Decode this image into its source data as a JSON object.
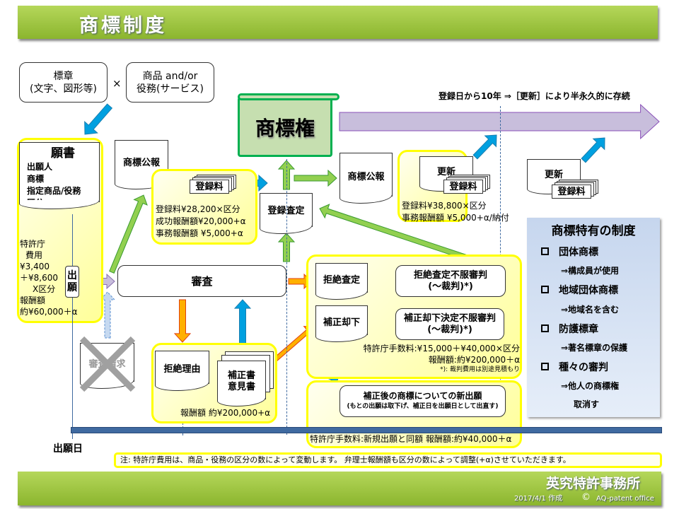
{
  "header": {
    "title": "商標制度"
  },
  "top": {
    "mark": [
      "標章",
      "(文字、図形等)"
    ],
    "times": "×",
    "goods": [
      "商品 and/or",
      "役務(サービス)"
    ]
  },
  "application": {
    "title": "願書",
    "items": [
      "出願人",
      "商標",
      "指定商品/役務",
      "区分"
    ],
    "fees": [
      "特許庁",
      "費用",
      "¥3,400",
      "＋¥8,600",
      "X区分",
      "報酬額",
      "約¥60,000＋α"
    ],
    "filing": [
      "出",
      "願"
    ]
  },
  "exam_request": "審査請求",
  "gazette1": "商標公報",
  "registration": {
    "fee_label": "登録料",
    "lines": [
      "登録料¥28,200×区分",
      "成功報酬額¥20,000+α",
      "事務報酬額 ¥5,000+α"
    ]
  },
  "right": {
    "title": "商標権"
  },
  "decision": "登録査定",
  "gazette2": "商標公報",
  "timeline_text": "登録日から10年 ⇒［更新］により半永久的に存続",
  "renewal1": {
    "title": "更新",
    "fee_label": "登録料",
    "lines": [
      "登録料¥38,800×区分",
      "事務報酬額 ¥5,000+α/納付"
    ]
  },
  "renewal2": {
    "title": "更新",
    "fee_label": "登録料"
  },
  "examination": "審査",
  "reasons": {
    "doc": "拒絶理由",
    "reply": [
      "補正書",
      "意見書"
    ],
    "fee": "報酬額 約¥200,000+α"
  },
  "refusal": {
    "doc": "拒絶査定",
    "appeal": [
      "拒絶査定不服審判",
      "(～裁判)*)"
    ]
  },
  "amend_reject": {
    "doc": "補正却下",
    "appeal": [
      "補正却下決定不服審判",
      "(～裁判)*)"
    ]
  },
  "appeal_fees": [
    "特許庁手数料:¥15,000＋¥40,000×区分",
    "報酬額:約¥200,000＋α",
    "*): 裁判費用は別途見積もり"
  ],
  "new_app": {
    "lines": [
      "補正後の商標についての新出願",
      "(もとの出願は取下げ、補正日を出願日として出直す)"
    ],
    "fee": "特許庁手数料:新規出願と同額 報酬額:約¥40,000＋α"
  },
  "filing_date": "出願日",
  "note": "注:  特許庁費用は、商品・役務の区分の数によって変動します。 弁理士報酬額も区分の数によって調整(+α)させていただきます。",
  "side": {
    "title": "商標特有の制度",
    "items": [
      {
        "label": "団体商標",
        "sub": [
          "⇒構成員が使用"
        ]
      },
      {
        "label": "地域団体商標",
        "sub": [
          "⇒地域名を含む"
        ]
      },
      {
        "label": "防護標章",
        "sub": [
          "⇒著名標章の保護"
        ]
      },
      {
        "label": "種々の審判",
        "sub": [
          "⇒他人の商標権",
          "取消す"
        ]
      }
    ]
  },
  "footer": {
    "office": "英究特許事務所",
    "date": "2017/4/1 作成",
    "copyright": "©",
    "brand": "AQ-patent office"
  },
  "colors": {
    "green": "#8bb52e",
    "yellow": "#ffff00",
    "blue_arrow": "#00a0e0",
    "purple": "#c8bedc",
    "timeline": "#3f6aa0"
  }
}
